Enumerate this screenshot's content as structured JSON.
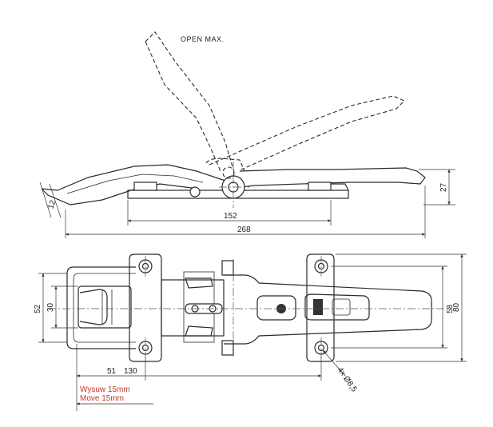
{
  "labels": {
    "open_max": "OPEN MAX.",
    "move_pl": "Wysuw 15mm",
    "move_en": "Move 15mm"
  },
  "dimensions": {
    "side_thickness": "12",
    "side_height": "27",
    "side_base_length": "152",
    "side_total_length": "268",
    "plan_outer_height": "52",
    "plan_inner_height": "30",
    "plan_hole_spacing": "58",
    "plan_total_height": "80",
    "plan_offset_a": "51",
    "plan_offset_b": "130",
    "holes": "4x Ø8,5"
  },
  "colors": {
    "line": "#2a2a2a",
    "accent_red": "#c0392b"
  }
}
